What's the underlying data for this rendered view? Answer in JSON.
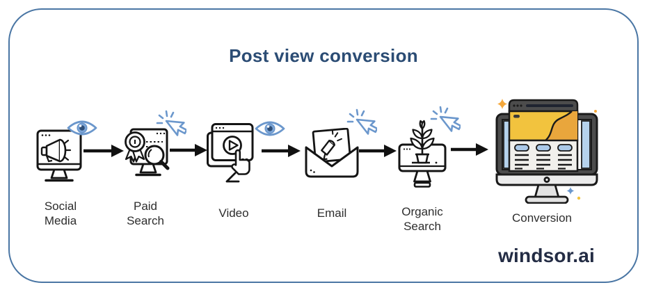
{
  "title": "Post view conversion",
  "brand": "windsor.ai",
  "stages": [
    {
      "label": "Social Media",
      "icon": "monitor-megaphone-icon",
      "overlay": "eye-view-icon"
    },
    {
      "label": "Paid Search",
      "icon": "badge-browser-magnifier-icon",
      "overlay": "cursor-click-icon"
    },
    {
      "label": "Video",
      "icon": "browser-play-hand-icon",
      "overlay": "eye-view-icon"
    },
    {
      "label": "Email",
      "icon": "envelope-megaphone-icon",
      "overlay": "cursor-click-icon"
    },
    {
      "label": "Organic Search",
      "icon": "monitor-plant-icon",
      "overlay": "cursor-click-icon"
    },
    {
      "label": "Conversion",
      "icon": "website-monitor-icon",
      "overlay": "none"
    }
  ],
  "colors": {
    "title_navy": "#2b4c74",
    "brand_navy": "#232c44",
    "frame_blue": "#4a76a4",
    "accent_blue": "#6b97cc",
    "icon_black": "#141414",
    "conversion_yellow": "#f2c33e",
    "conversion_orange": "#e9a63c",
    "conversion_light_blue": "#abc9e8"
  }
}
